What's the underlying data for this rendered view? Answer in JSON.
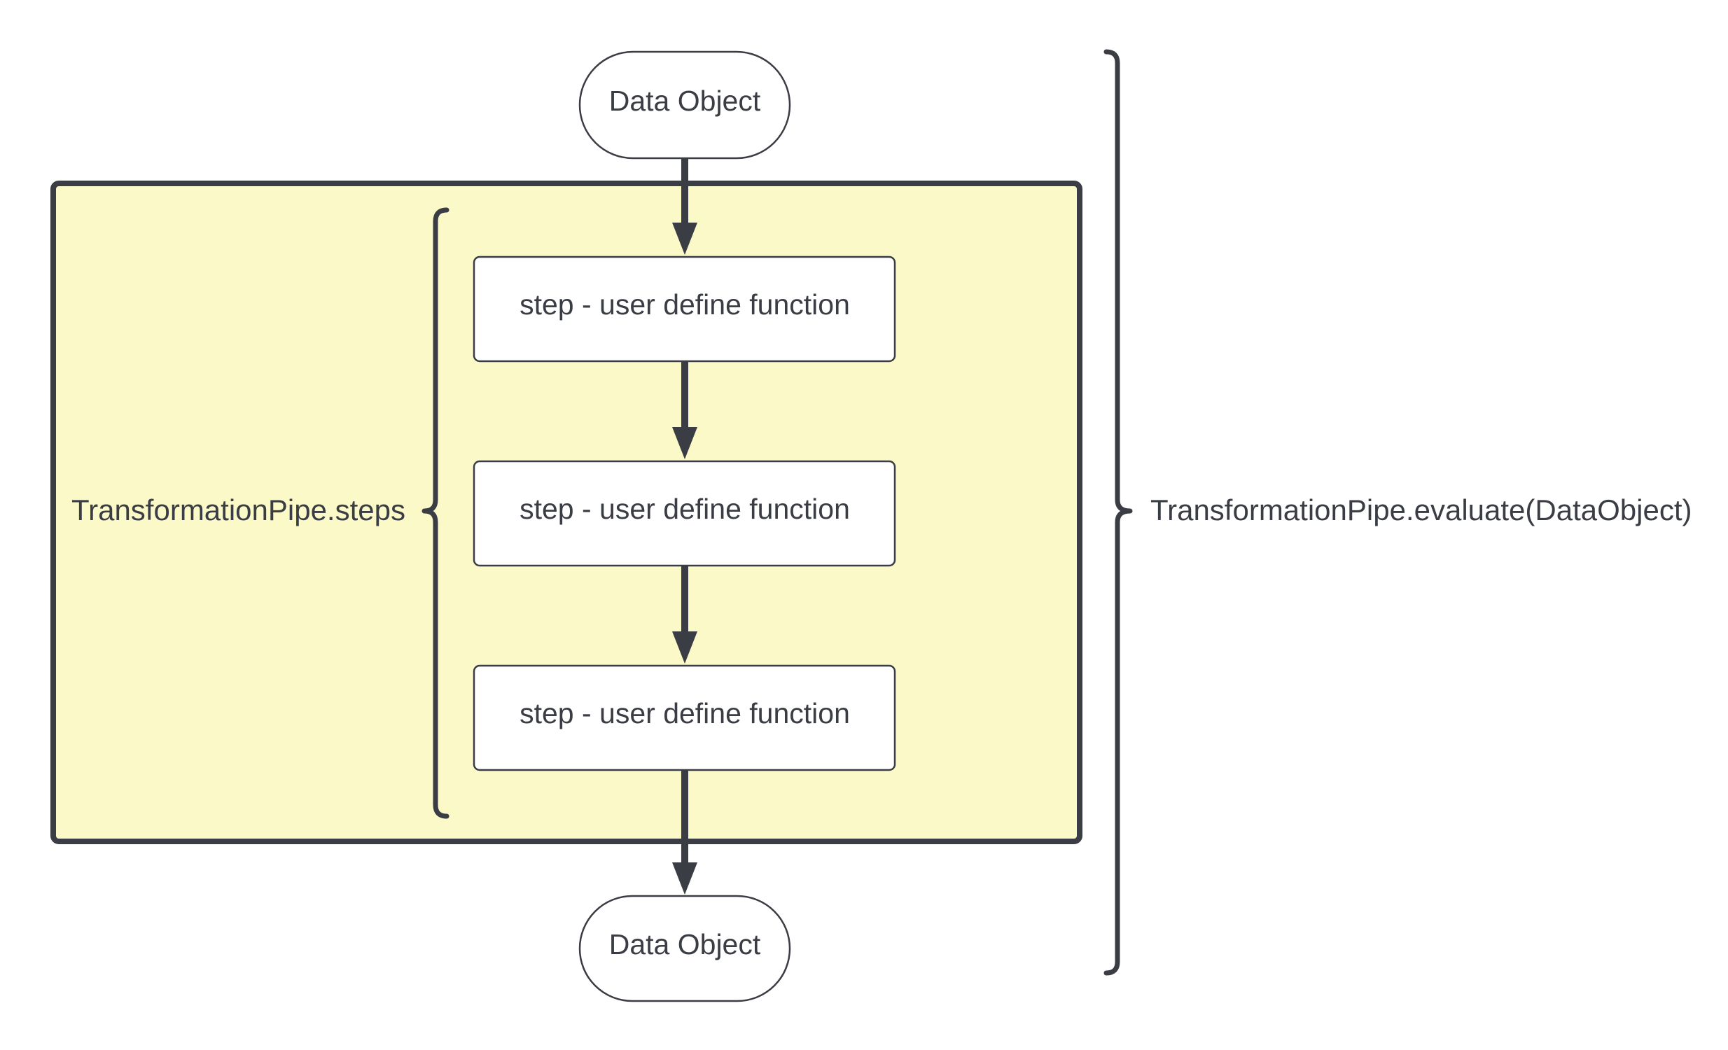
{
  "diagram": {
    "start_node": {
      "label": "Data Object"
    },
    "steps": [
      {
        "label": "step - user define function"
      },
      {
        "label": "step - user define function"
      },
      {
        "label": "step - user define function"
      }
    ],
    "end_node": {
      "label": "Data Object"
    },
    "steps_brace_label": "TransformationPipe.steps",
    "evaluate_brace_label": "TransformationPipe.evaluate(DataObject)"
  },
  "colors": {
    "container_fill": "#fbf9c8",
    "stroke": "#3a3d44",
    "text": "#3a3d44",
    "node_fill": "#ffffff"
  }
}
